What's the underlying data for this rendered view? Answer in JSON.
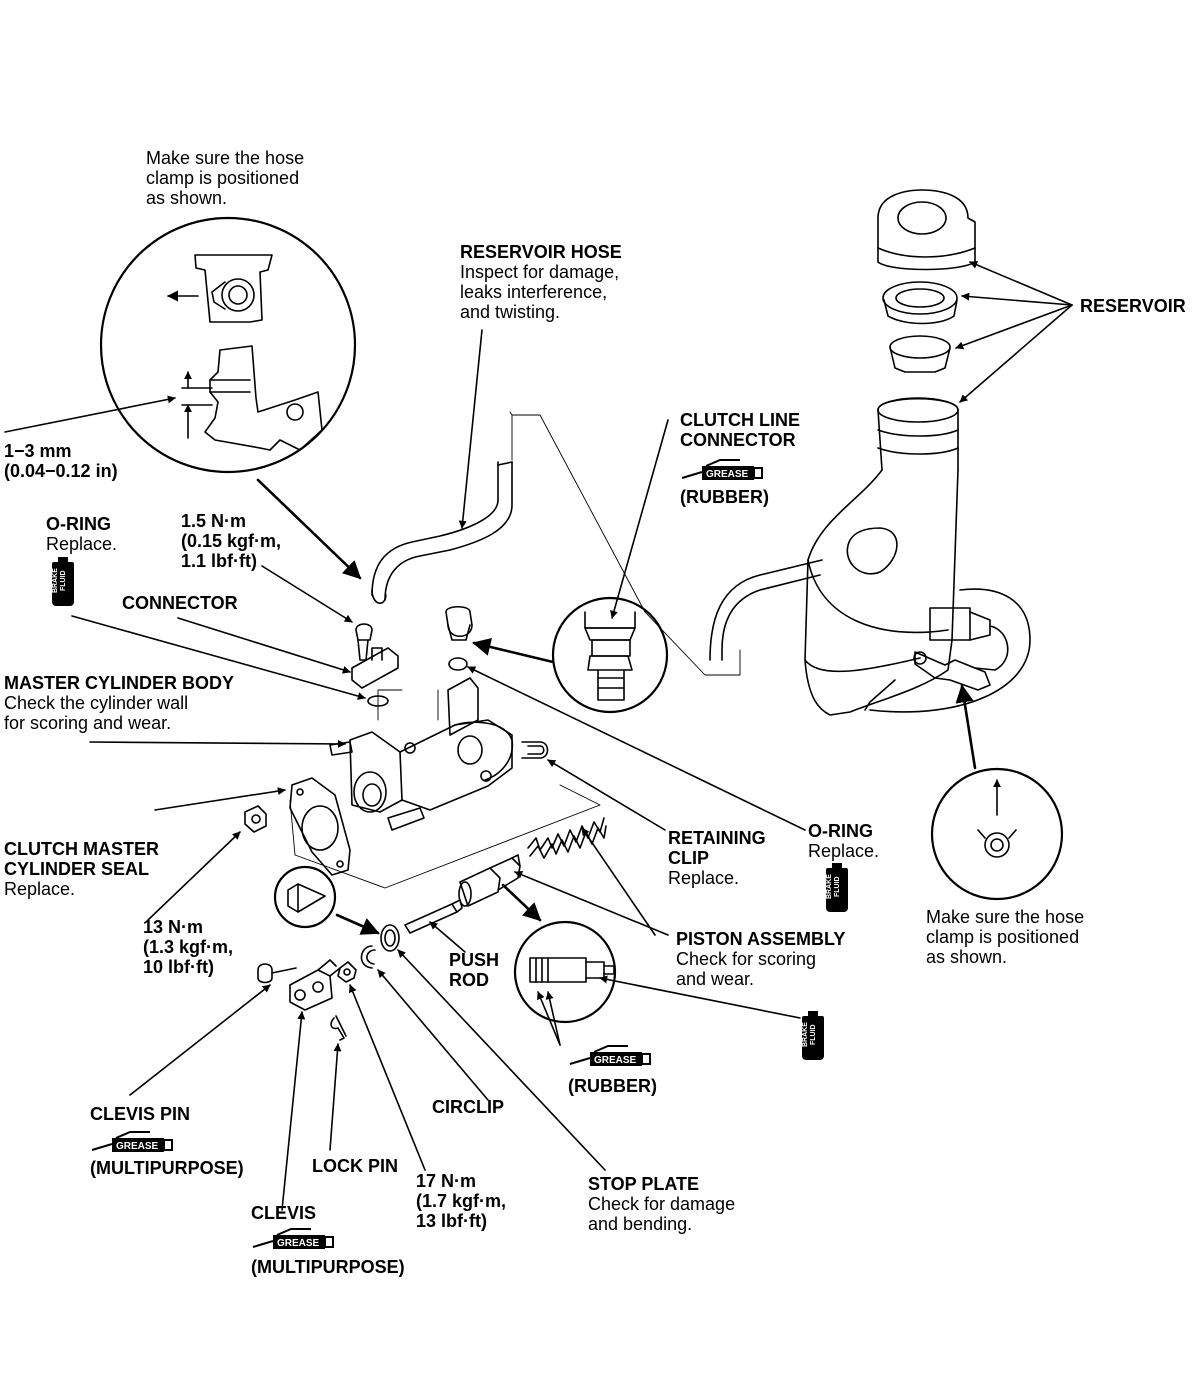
{
  "labels": {
    "hose_clamp_top": [
      "Make sure the hose",
      "clamp is positioned",
      "as shown."
    ],
    "reservoir_hose_title": "RESERVOIR HOSE",
    "reservoir_hose_note": [
      "Inspect for damage,",
      "leaks interference,",
      "and twisting."
    ],
    "reservoir": "RESERVOIR",
    "gap": [
      "1−3 mm",
      "(0.04−0.12 in)"
    ],
    "clutch_line_connector": [
      "CLUTCH LINE",
      "CONNECTOR"
    ],
    "rubber_1": "(RUBBER)",
    "oring_left_title": "O-RING",
    "oring_left_note": "Replace.",
    "torque_1_5": [
      "1.5 N·m",
      "(0.15 kgf·m,",
      "1.1 lbf·ft)"
    ],
    "connector": "CONNECTOR",
    "master_cyl_title": "MASTER CYLINDER BODY",
    "master_cyl_note": [
      "Check the cylinder wall",
      "for scoring and wear."
    ],
    "retaining_clip_title": [
      "RETAINING",
      "CLIP"
    ],
    "retaining_clip_note": "Replace.",
    "oring_right_title": "O-RING",
    "oring_right_note": "Replace.",
    "seal_title": [
      "CLUTCH MASTER",
      "CYLINDER SEAL"
    ],
    "seal_note": "Replace.",
    "torque_13": [
      "13 N·m",
      "(1.3 kgf·m,",
      "10 lbf·ft)"
    ],
    "hose_clamp_bottom": [
      "Make sure the hose",
      "clamp is positioned",
      "as shown."
    ],
    "piston_title": "PISTON ASSEMBLY",
    "piston_note": [
      "Check for scoring",
      "and wear."
    ],
    "push_rod": [
      "PUSH",
      "ROD"
    ],
    "rubber_2": "(RUBBER)",
    "circlip": "CIRCLIP",
    "clevis_pin": "CLEVIS PIN",
    "multipurpose_1": "(MULTIPURPOSE)",
    "lock_pin": "LOCK PIN",
    "torque_17": [
      "17 N·m",
      "(1.7 kgf·m,",
      "13 lbf·ft)"
    ],
    "stop_plate_title": "STOP PLATE",
    "stop_plate_note": [
      "Check for damage",
      "and bending."
    ],
    "clevis": "CLEVIS",
    "multipurpose_2": "(MULTIPURPOSE)"
  },
  "icons": {
    "grease_text": "GREASE",
    "brake_fluid_text": "BRAKE FLUID"
  }
}
